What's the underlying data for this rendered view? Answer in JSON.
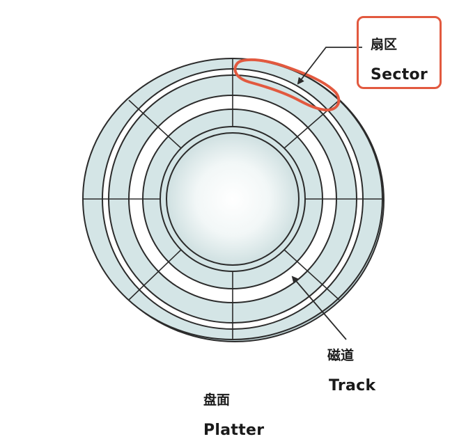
{
  "labels": {
    "sector_cn": "扇区",
    "sector_en": "Sector",
    "track_cn": "磁道",
    "track_en": "Track",
    "platter_cn": "盘面",
    "platter_en": "Platter"
  },
  "colors": {
    "disk_fill": "#d4e5e6",
    "disk_center": "#f6fafa",
    "track_gap": "#ffffff",
    "stroke": "#2b2b2b",
    "highlight": "#e2593f"
  }
}
